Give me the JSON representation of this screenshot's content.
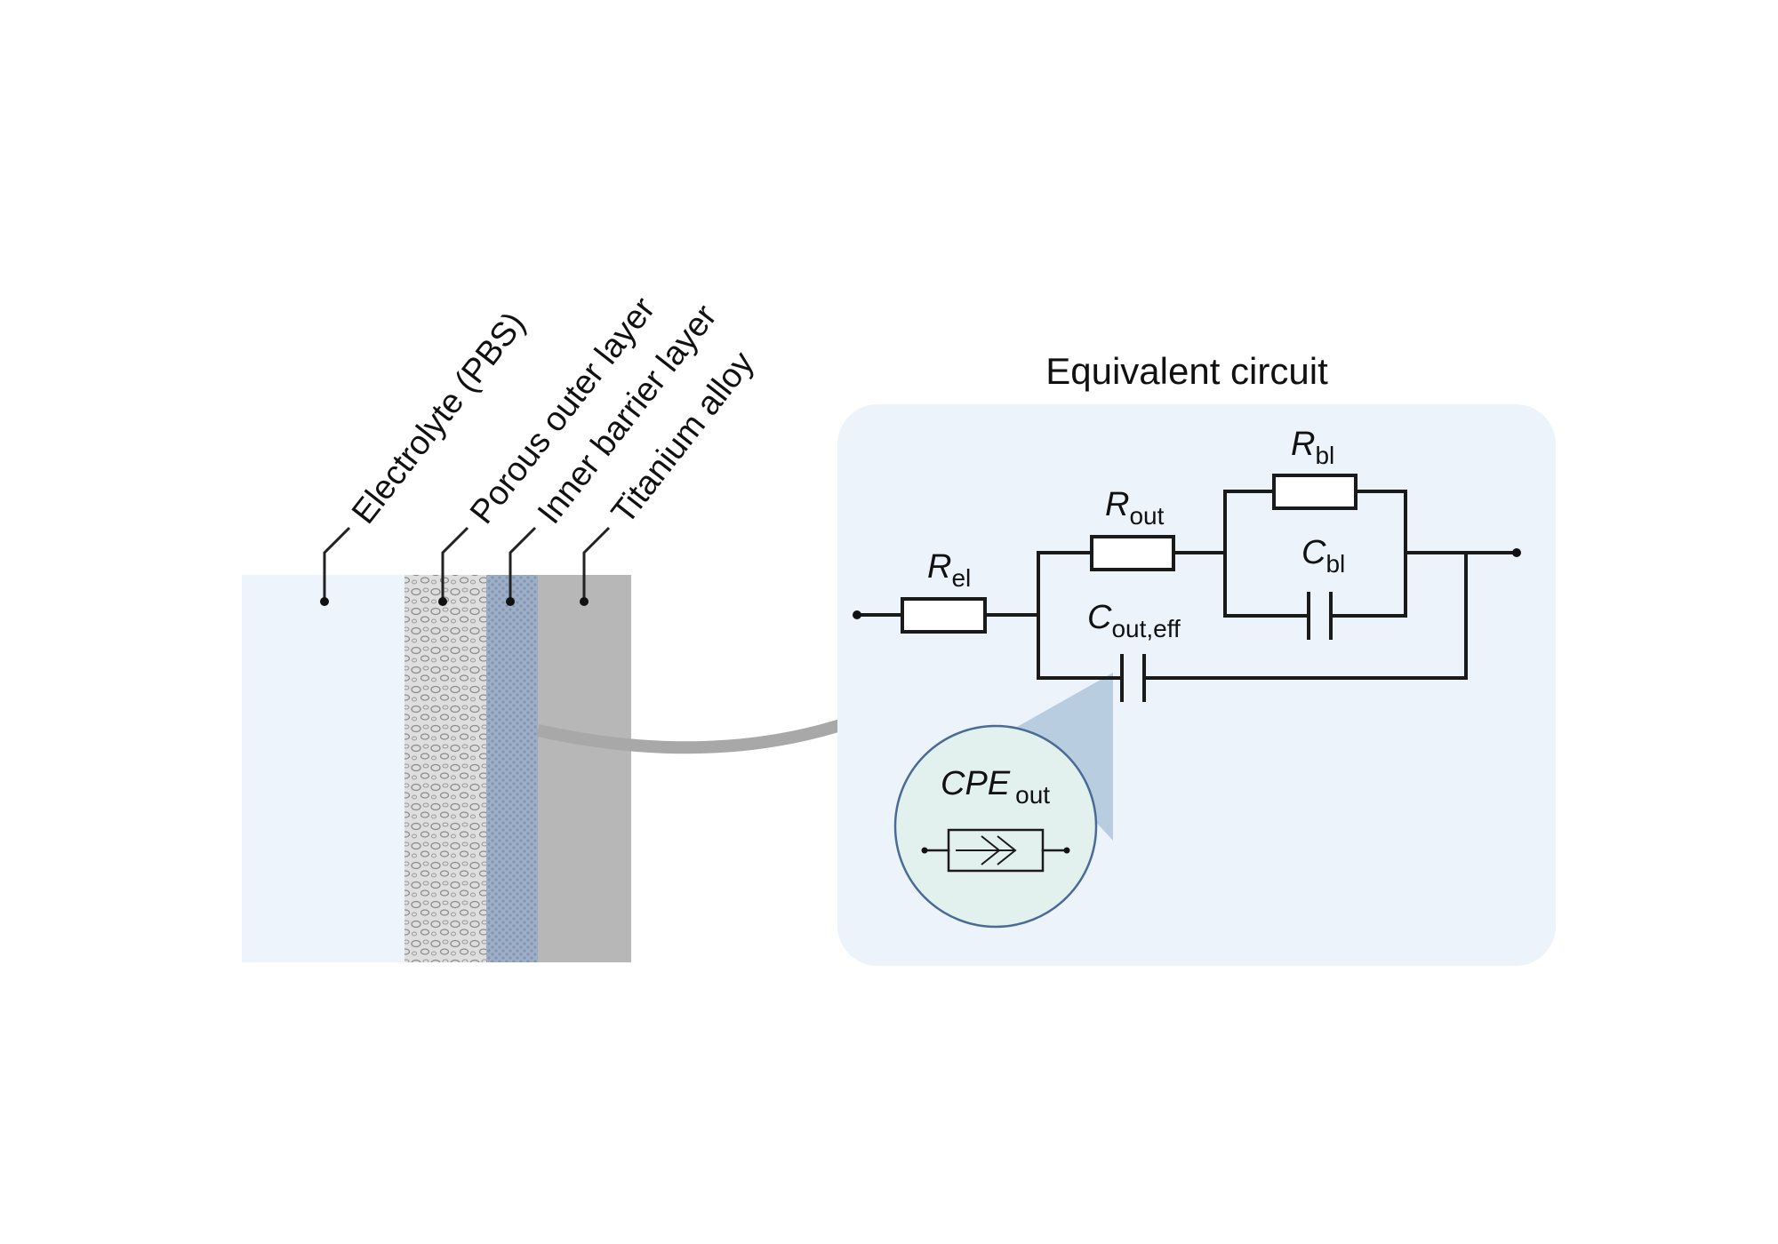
{
  "layer_labels": {
    "electrolyte": "Electrolyte (PBS)",
    "porous_outer": "Porous outer layer",
    "inner_barrier": "Inner barrier layer",
    "titanium": "Titanium alloy"
  },
  "circuit": {
    "title": "Equivalent circuit",
    "r_el": {
      "main": "R",
      "sub": "el"
    },
    "r_out": {
      "main": "R",
      "sub": "out"
    },
    "r_bl": {
      "main": "R",
      "sub": "bl"
    },
    "c_bl": {
      "main": "C",
      "sub": "bl"
    },
    "c_out_eff": {
      "main": "C",
      "sub": "out,eff"
    },
    "cpe_out": {
      "main": "CPE",
      "sub": "out"
    }
  },
  "colors": {
    "electrolyte": "#eef4fb",
    "porous_outer": "#dcdcdc",
    "inner_barrier": "#9aabc4",
    "titanium": "#b7b7b7",
    "circuit_panel": "#edf3fb",
    "cpe_circle": "#e2f0ee",
    "arrow": "#a8a8a8"
  }
}
